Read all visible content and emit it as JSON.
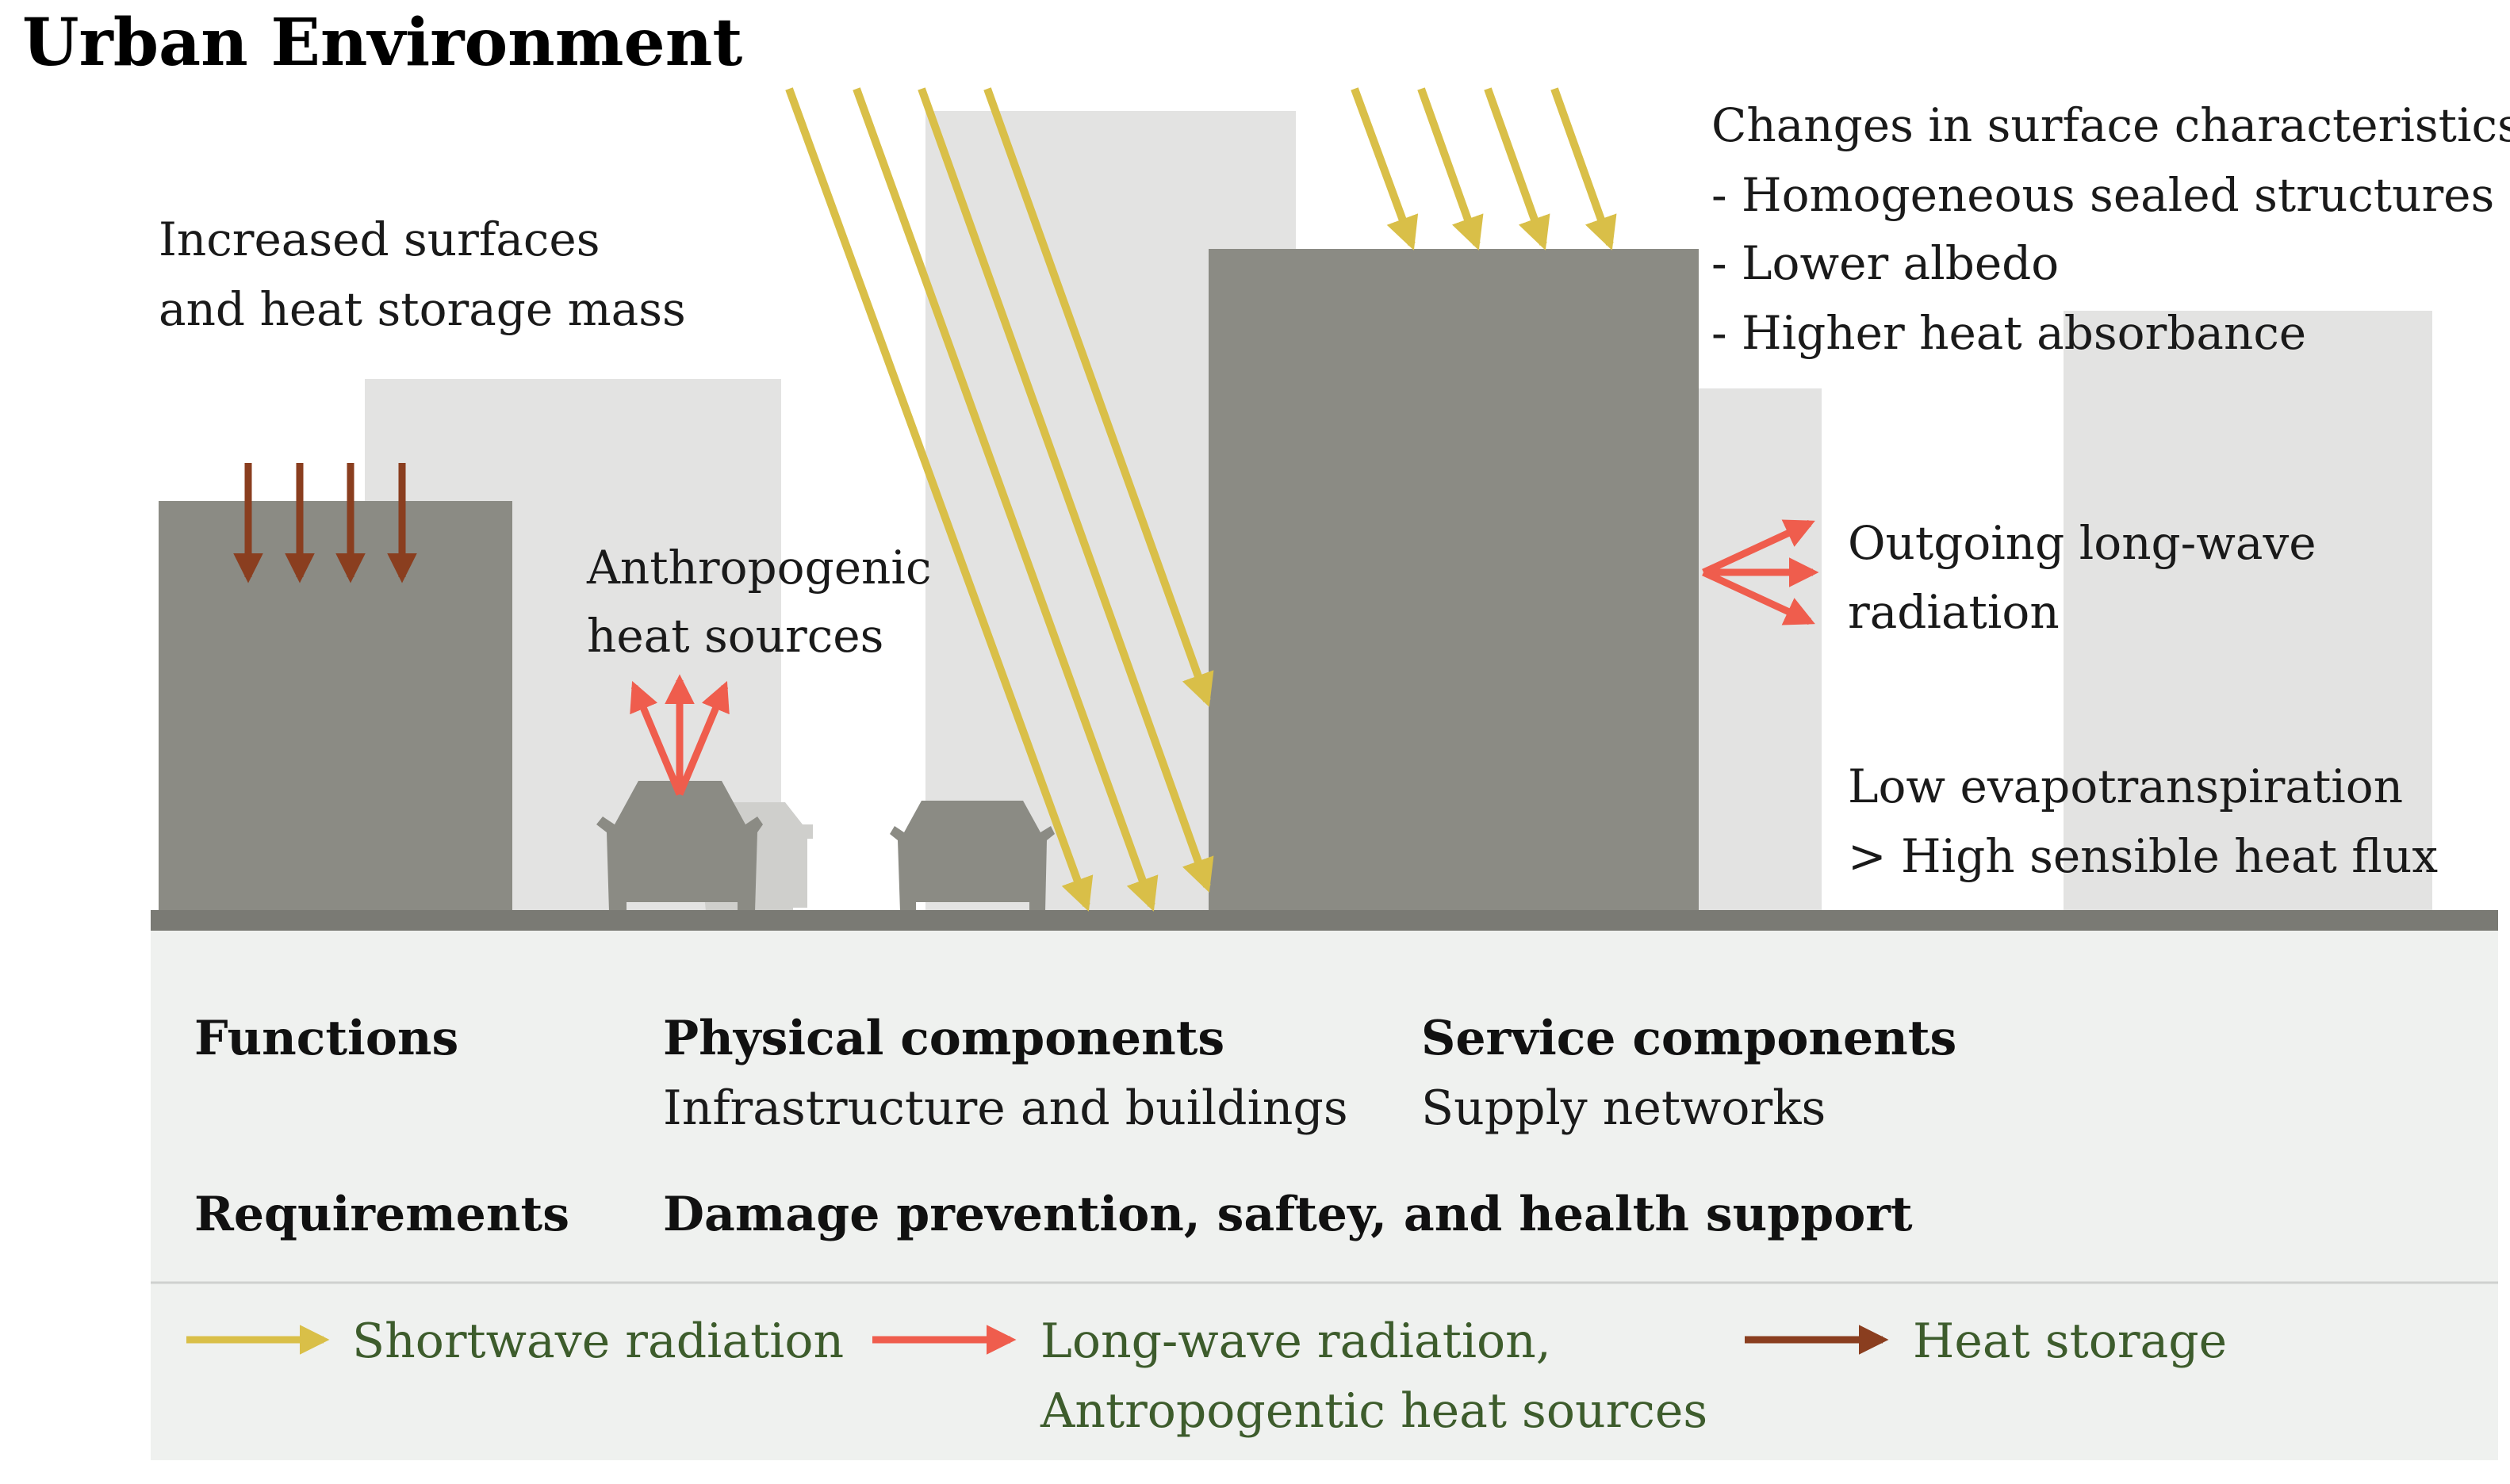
{
  "title": "Urban Environment",
  "annotations": {
    "surfaces": [
      "Increased surfaces",
      "and heat storage mass"
    ],
    "anthropogenic": [
      "Anthropogenic",
      "heat sources"
    ],
    "surface_changes": [
      "Changes in surface characteristics",
      "- Homogeneous sealed structures",
      "- Lower albedo",
      "- Higher heat absorbance"
    ],
    "outgoing": [
      "Outgoing long-wave",
      "radiation"
    ],
    "evapo": [
      "Low evapotranspiration",
      "> High sensible heat flux"
    ]
  },
  "table": {
    "functions_label": "Functions",
    "physical_header": "Physical components",
    "physical_value": "Infrastructure and buildings",
    "service_header": "Service components",
    "service_value": "Supply networks",
    "requirements_label": "Requirements",
    "requirements_value": "Damage prevention, saftey, and health support"
  },
  "legend": {
    "shortwave": "Shortwave radiation",
    "longwave": [
      "Long-wave radiation,",
      "Antropogentic heat sources"
    ],
    "storage": "Heat storage"
  },
  "colors": {
    "building_dark": "#8b8b84",
    "building_light": "#e3e3e2",
    "ground": "#7a7a74",
    "panel": "#eff1ef",
    "shortwave": "#d9bf48",
    "longwave": "#ef5d4d",
    "storage": "#8a3e1f",
    "legend_text": "#3d5c2c"
  }
}
